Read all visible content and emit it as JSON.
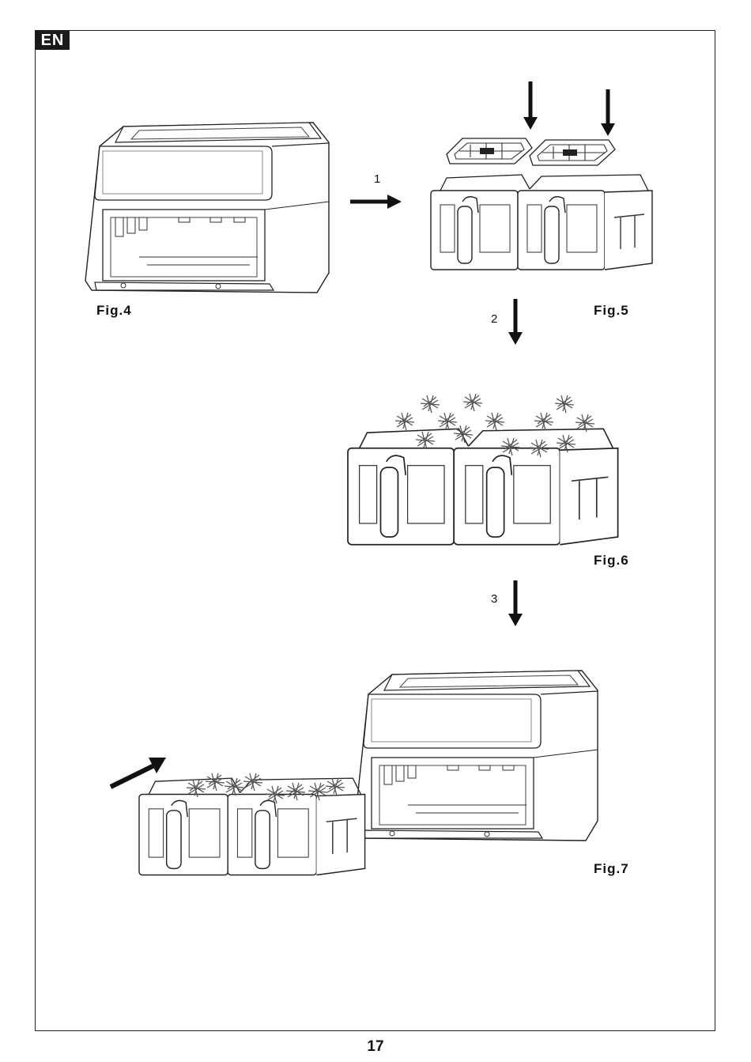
{
  "language_badge": "EN",
  "figures": {
    "fig4": "Fig.4",
    "fig5": "Fig.5",
    "fig6": "Fig.6",
    "fig7": "Fig.7"
  },
  "steps": [
    "1",
    "2",
    "3"
  ],
  "page_number": "17"
}
